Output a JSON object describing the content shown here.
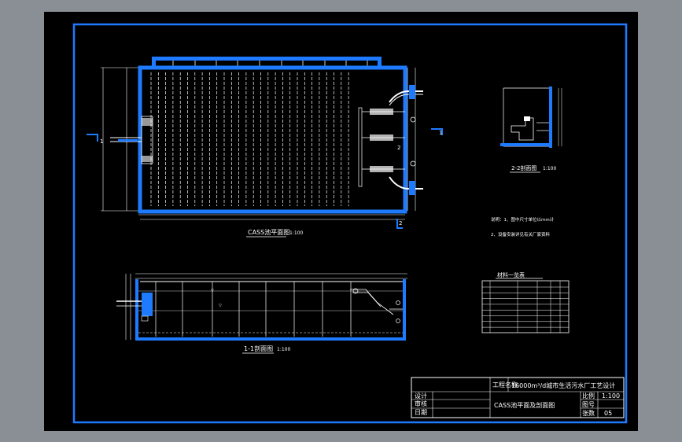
{
  "colors": {
    "background": "#8a8f96",
    "sheet": "#000000",
    "frame": "#1e7bff",
    "wall": "#1e7bff",
    "line": "#ffffff",
    "accent_yellow": "#ffe14d",
    "accent_red": "#ff3b30"
  },
  "views": {
    "plan_caption": "CASS池平面图",
    "plan_scale": "1:100",
    "section22_caption": "2-2剖面图",
    "section22_scale": "1:100",
    "section11_caption": "1-1剖面图",
    "section11_scale": "1:100"
  },
  "notes": {
    "line1": "说明：1、图中尺寸单位以mm计",
    "line2": "2、设备安装详见有关厂家资料",
    "title": "材料一览表"
  },
  "title_block": {
    "project_label": "工程名称",
    "project_name": "16000m³/d城市生活污水厂工艺设计",
    "drawing_name": "CASS池平面及剖面图",
    "scale_label": "比例",
    "scale_value": "1:100",
    "drawing_no_label": "图号",
    "sheet_label": "张数",
    "sheet_value": "05",
    "row1": "设计",
    "row2": "审核",
    "row3": "日期"
  },
  "icons": [
    "section-marker-icon"
  ]
}
